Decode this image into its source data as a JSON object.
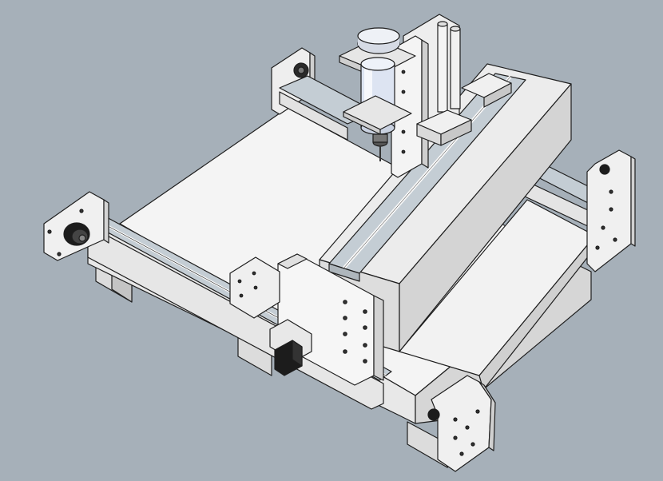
{
  "scene": {
    "subject": "cnc-router-3d-model",
    "colors": {
      "background": "#a6b0b9",
      "face_light": "#f4f4f4",
      "face_mid": "#dedede",
      "face_dark": "#bdbdbd",
      "rail": "#c4cdd4",
      "edge": "#1e1e1e",
      "motor": "#1c1c1c",
      "spindle_tint": "#dde4f2"
    },
    "parts": [
      "base-bed",
      "front-rail-x",
      "right-rail-x",
      "gantry-beam",
      "y-rail",
      "z-carriage",
      "spindle",
      "stepper-motors",
      "end-plates"
    ]
  }
}
